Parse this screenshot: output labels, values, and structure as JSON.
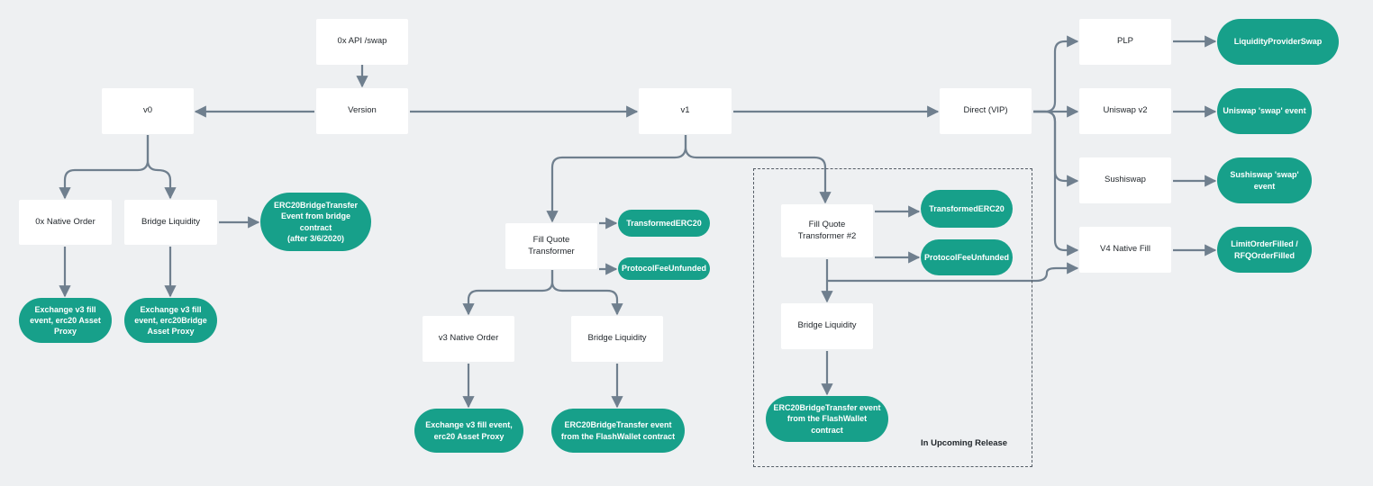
{
  "colors": {
    "edge": "#6f7f8e",
    "pill": "#17a08a",
    "box": "#ffffff",
    "background": "#eef0f2"
  },
  "nodes": {
    "api": "0x API /swap",
    "version": "Version",
    "v0": "v0",
    "v1": "v1",
    "direct": "Direct (VIP)",
    "plp": "PLP",
    "uniswap": "Uniswap v2",
    "sushiswap": "Sushiswap",
    "v4fill": "V4 Native Fill",
    "lps": "LiquidityProviderSwap",
    "uniswap_event": "Uniswap 'swap' event",
    "sushiswap_event": "Sushiswap 'swap'\nevent",
    "limit_event": "LimitOrderFilled /\nRFQOrderFilled",
    "native0x": "0x Native Order",
    "bridge0": "Bridge Liquidity",
    "erc20bt": "ERC20BridgeTransfer\nEvent from bridge\ncontract\n(after 3/6/2020)",
    "exv3_erc20": "Exchange v3 fill\nevent, erc20 Asset\nProxy",
    "exv3_bridge": "Exchange v3 fill\nevent, erc20Bridge\nAsset Proxy",
    "fqt": "Fill Quote\nTransformer",
    "transformed1": "TransformedERC20",
    "fee1": "ProtocolFeeUnfunded",
    "v3native": "v3 Native Order",
    "bridge1": "Bridge Liquidity",
    "exv3_fill": "Exchange v3 fill event,\nerc20 Asset Proxy",
    "erc20bt_fw1": "ERC20BridgeTransfer event\nfrom the FlashWallet contract",
    "fqt2": "Fill Quote\nTransformer #2",
    "transformed2": "TransformedERC20",
    "fee2": "ProtocolFeeUnfunded",
    "bridge2": "Bridge Liquidity",
    "erc20bt_fw2": "ERC20BridgeTransfer event\nfrom the FlashWallet\ncontract"
  },
  "region": {
    "label": "In Upcoming Release"
  }
}
